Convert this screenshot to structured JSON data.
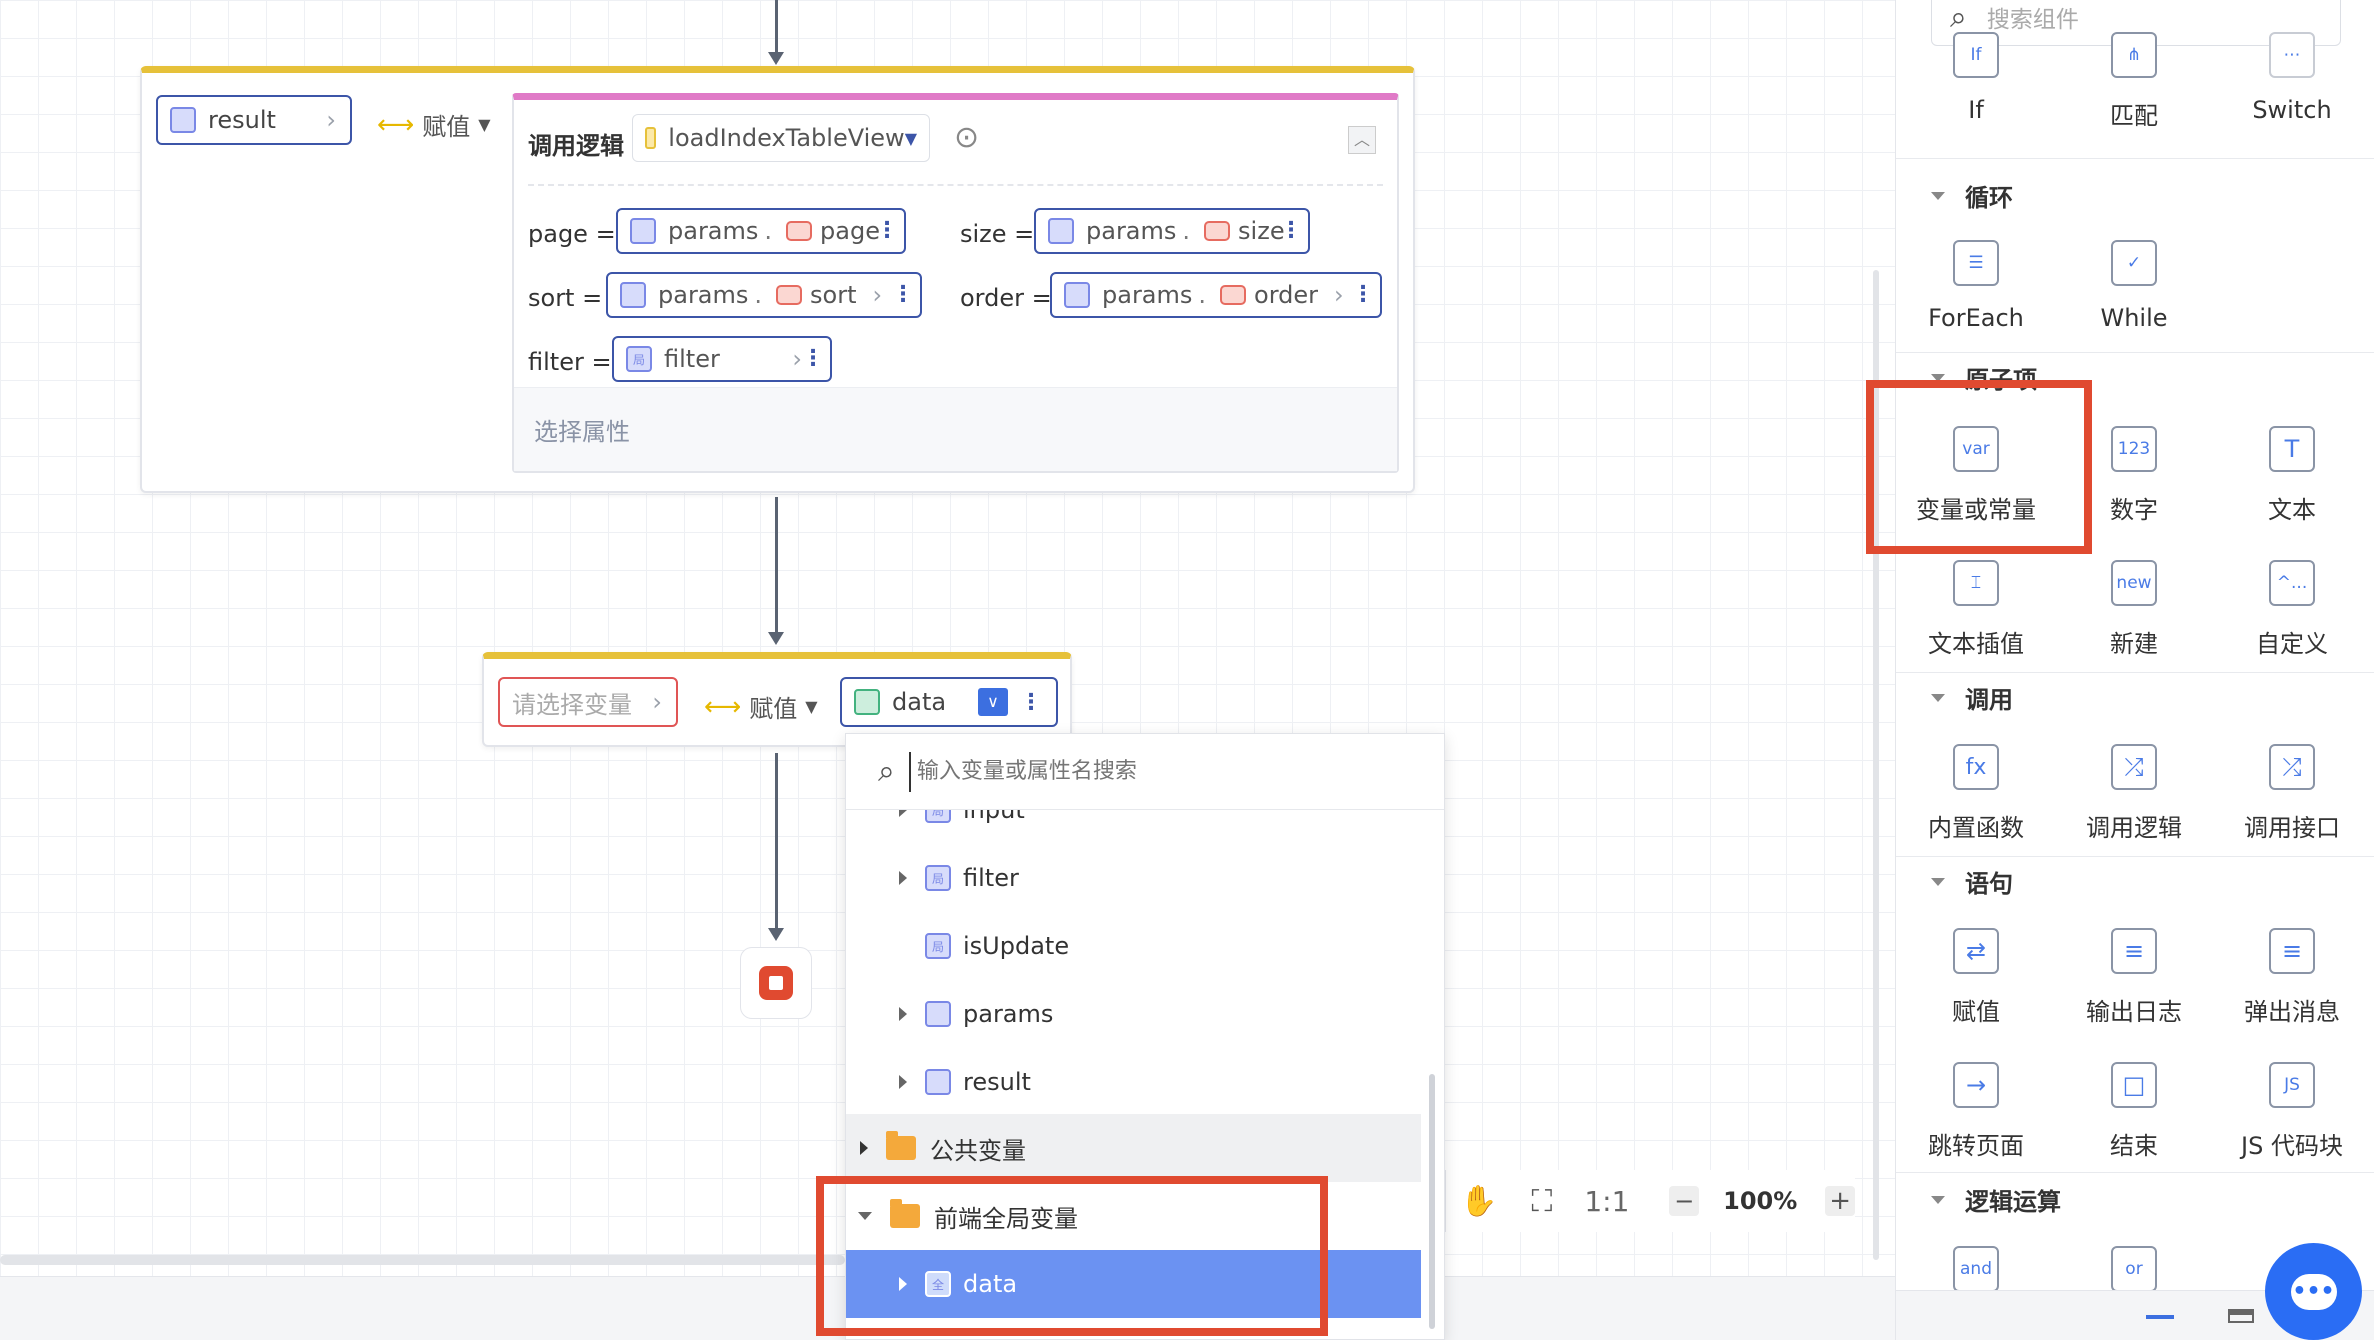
{
  "flow": {
    "top_block": {
      "target": "result",
      "assign_label": "赋值",
      "call": {
        "title": "调用逻辑",
        "logic_name": "loadIndexTableView",
        "params": [
          {
            "name": "page",
            "source": "params",
            "field": "page"
          },
          {
            "name": "size",
            "source": "params",
            "field": "size"
          },
          {
            "name": "sort",
            "source": "params",
            "field": "sort"
          },
          {
            "name": "order",
            "source": "params",
            "field": "order"
          },
          {
            "name": "filter",
            "source": "filter",
            "field": ""
          }
        ],
        "select_property": "选择属性"
      }
    },
    "second_block": {
      "target_placeholder": "请选择变量",
      "assign_label": "赋值",
      "value": "data"
    }
  },
  "dropdown": {
    "search_placeholder": "输入变量或属性名搜索",
    "items": [
      {
        "label": "input"
      },
      {
        "label": "filter"
      },
      {
        "label": "isUpdate"
      },
      {
        "label": "params"
      },
      {
        "label": "result"
      }
    ],
    "folders": [
      {
        "label": "公共变量"
      },
      {
        "label": "前端全局变量"
      }
    ],
    "selected": {
      "label": "data"
    }
  },
  "zoom": {
    "ratio_label": "1:1",
    "level": "100%",
    "minus": "−",
    "plus": "+"
  },
  "panel": {
    "search_placeholder": "搜索组件",
    "top_row": [
      {
        "label": "If",
        "icon": "if-icon"
      },
      {
        "label": "匹配",
        "icon": "match-icon"
      },
      {
        "label": "Switch",
        "icon": "switch-icon"
      }
    ],
    "sections": {
      "loop": {
        "title": "循环",
        "items": [
          {
            "label": "ForEach"
          },
          {
            "label": "While"
          }
        ]
      },
      "atomic": {
        "title": "原子项",
        "items": [
          {
            "label": "变量或常量",
            "glyph": "var"
          },
          {
            "label": "数字",
            "glyph": "123"
          },
          {
            "label": "文本",
            "glyph": "T"
          },
          {
            "label": "文本插值",
            "glyph": "⌶"
          },
          {
            "label": "新建",
            "glyph": "new"
          },
          {
            "label": "自定义",
            "glyph": "^..."
          }
        ]
      },
      "call": {
        "title": "调用",
        "items": [
          {
            "label": "内置函数",
            "glyph": "fx"
          },
          {
            "label": "调用逻辑",
            "glyph": "⤮"
          },
          {
            "label": "调用接口",
            "glyph": "⤮"
          }
        ]
      },
      "statement": {
        "title": "语句",
        "items": [
          {
            "label": "赋值",
            "glyph": "⇄"
          },
          {
            "label": "输出日志",
            "glyph": "≡"
          },
          {
            "label": "弹出消息",
            "glyph": "≡"
          },
          {
            "label": "跳转页面",
            "glyph": "→"
          },
          {
            "label": "结束",
            "glyph": "□"
          },
          {
            "label": "JS 代码块",
            "glyph": "JS"
          }
        ]
      },
      "logic": {
        "title": "逻辑运算",
        "items": [
          {
            "label": "and"
          },
          {
            "label": "or"
          }
        ]
      }
    }
  },
  "colors": {
    "accent": "#3c55a8",
    "highlight": "#e04a30",
    "selected_row": "#6b92f2",
    "block_top": "#e6c13a",
    "call_top": "#e07ac7"
  }
}
